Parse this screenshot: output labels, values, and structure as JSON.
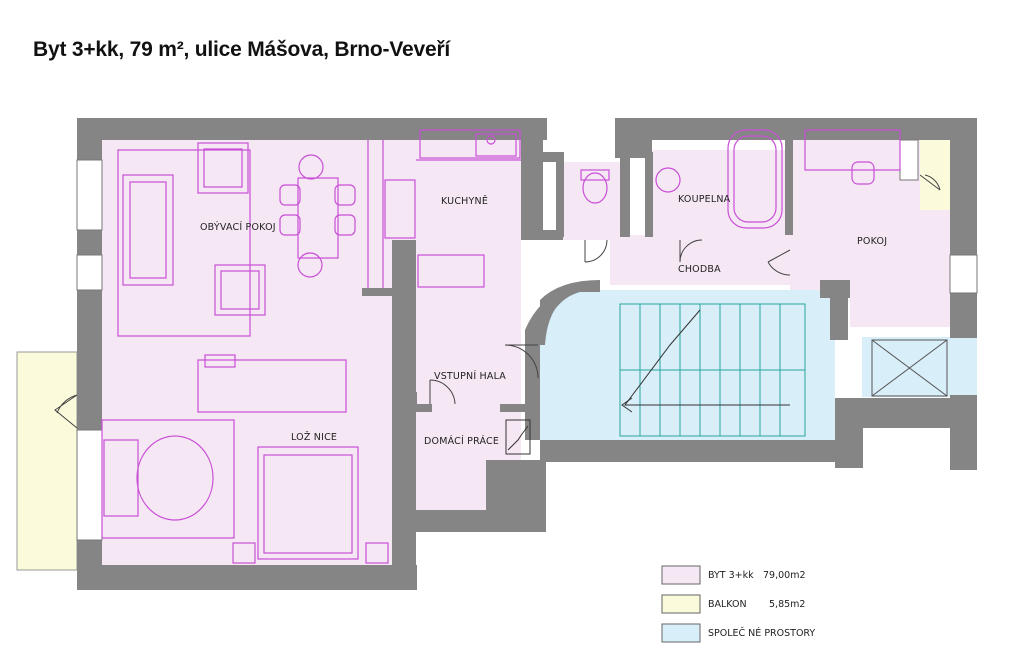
{
  "title": "Byt 3+kk, 79 m², ulice Mášova, Brno-Veveří",
  "rooms": {
    "obyvaci": "OBÝVACÍ POKOJ",
    "kuchyne": "KUCHYNĚ",
    "koupelna": "KOUPELNA",
    "pokoj": "POKOJ",
    "chodba": "CHODBA",
    "vstupni": "VSTUPNÍ HALA",
    "loznice": "LOŽ NICE",
    "domaci": "DOMÁCÍ PRÁCE"
  },
  "legend": [
    {
      "label": "BYT 3+kk",
      "value": "79,00m2",
      "color": "#f5e8f4"
    },
    {
      "label": "BALKON",
      "value": "5,85m2",
      "color": "#fbfbdc"
    },
    {
      "label": "SPOLEČ NÉ PROSTORY",
      "value": "",
      "color": "#d8eef9"
    }
  ],
  "colors": {
    "wall": "#858585",
    "apartment": "#f5e8f4",
    "balcony": "#fbfbdc",
    "common": "#d8eef9",
    "furniture": "#c94fd6",
    "stairs": "#2aa6a0"
  }
}
